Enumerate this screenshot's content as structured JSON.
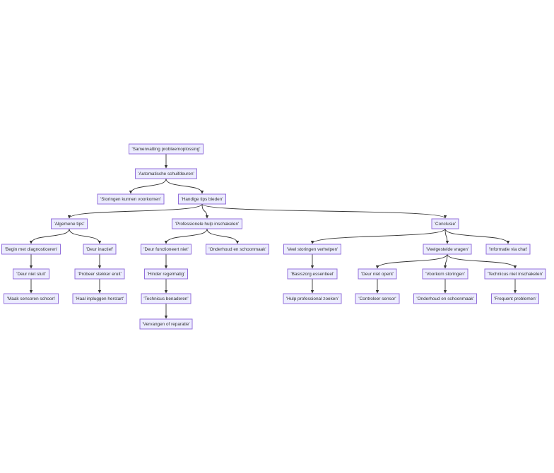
{
  "diagram": {
    "type": "flowchart-tree",
    "colors": {
      "node_fill": "#ECECFF",
      "node_stroke": "#9370DB",
      "edge": "#333333",
      "text": "#333333"
    },
    "nodes": [
      {
        "id": "root",
        "label": "'Samenvatting probleemoplossing'"
      },
      {
        "id": "auto",
        "label": "'Automatische schuifdeuren'"
      },
      {
        "id": "stor",
        "label": "'Storingen kunnen voorkomen'"
      },
      {
        "id": "tips",
        "label": "'Handige tips bieden'"
      },
      {
        "id": "alg",
        "label": "'Algemene tips'"
      },
      {
        "id": "prof",
        "label": "'Professionele hulp inschakelen'"
      },
      {
        "id": "concl",
        "label": "'Conclusie'"
      },
      {
        "id": "begin",
        "label": "'Begin met diagnosticeren'"
      },
      {
        "id": "inact",
        "label": "'Deur inactief'"
      },
      {
        "id": "funct",
        "label": "'Deur functioneert niet'"
      },
      {
        "id": "onder1",
        "label": "'Onderhoud en schoonmaak'"
      },
      {
        "id": "veel",
        "label": "'Veel storingen verhelpen'"
      },
      {
        "id": "vragen",
        "label": "'Veelgestelde vragen'"
      },
      {
        "id": "info",
        "label": "'Informatie via chat'"
      },
      {
        "id": "sluit",
        "label": "'Deur niet sluit'"
      },
      {
        "id": "stekker",
        "label": "'Probeer stekker eruit'"
      },
      {
        "id": "hinder",
        "label": "'Hinder regelmatig'"
      },
      {
        "id": "basis",
        "label": "'Basiszorg essentieel'"
      },
      {
        "id": "opent",
        "label": "'Deur niet opent'"
      },
      {
        "id": "voorkom",
        "label": "'Voorkom storingen'"
      },
      {
        "id": "techniet",
        "label": "'Technicus niet inschakelen'"
      },
      {
        "id": "sensoren",
        "label": "'Maak sensoren schoon'"
      },
      {
        "id": "haal",
        "label": "'Haal inpluggen herstart'"
      },
      {
        "id": "techben",
        "label": "'Technicus benaderen'"
      },
      {
        "id": "hulp",
        "label": "'Hulp professional zoeken'"
      },
      {
        "id": "contr",
        "label": "'Controleer sensor'"
      },
      {
        "id": "onder2",
        "label": "'Onderhoud en schoonmaak'"
      },
      {
        "id": "freq",
        "label": "'Frequent problemen'"
      },
      {
        "id": "verv",
        "label": "'Vervangen of reparatie'"
      }
    ],
    "edges": [
      [
        "root",
        "auto"
      ],
      [
        "auto",
        "stor"
      ],
      [
        "auto",
        "tips"
      ],
      [
        "tips",
        "alg"
      ],
      [
        "tips",
        "prof"
      ],
      [
        "tips",
        "concl"
      ],
      [
        "alg",
        "begin"
      ],
      [
        "alg",
        "inact"
      ],
      [
        "prof",
        "funct"
      ],
      [
        "prof",
        "onder1"
      ],
      [
        "concl",
        "veel"
      ],
      [
        "concl",
        "vragen"
      ],
      [
        "concl",
        "info"
      ],
      [
        "begin",
        "sluit"
      ],
      [
        "sluit",
        "sensoren"
      ],
      [
        "inact",
        "stekker"
      ],
      [
        "stekker",
        "haal"
      ],
      [
        "funct",
        "hinder"
      ],
      [
        "hinder",
        "techben"
      ],
      [
        "techben",
        "verv"
      ],
      [
        "veel",
        "basis"
      ],
      [
        "basis",
        "hulp"
      ],
      [
        "vragen",
        "opent"
      ],
      [
        "vragen",
        "voorkom"
      ],
      [
        "vragen",
        "techniet"
      ],
      [
        "opent",
        "contr"
      ],
      [
        "voorkom",
        "onder2"
      ],
      [
        "techniet",
        "freq"
      ]
    ]
  }
}
